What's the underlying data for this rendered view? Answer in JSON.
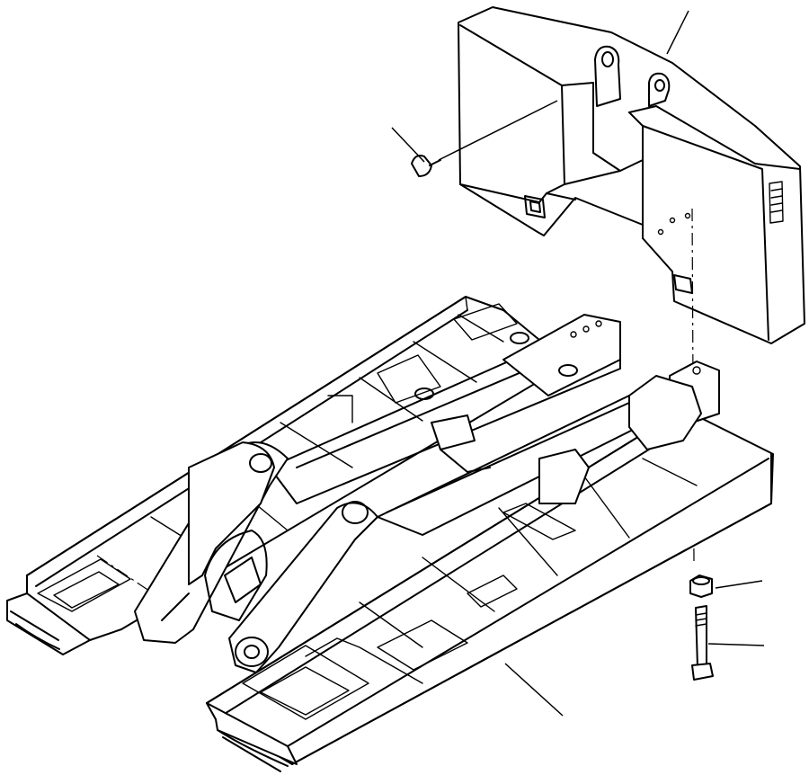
{
  "diagram": {
    "parts": [
      {
        "id": "counterweight",
        "icon": "counterweight-icon"
      },
      {
        "id": "main-frame",
        "icon": "mainframe-icon"
      },
      {
        "id": "rivet",
        "icon": "rivet-icon"
      },
      {
        "id": "nut",
        "icon": "nut-icon"
      },
      {
        "id": "bolt",
        "icon": "bolt-icon"
      }
    ],
    "callout_labels": []
  }
}
